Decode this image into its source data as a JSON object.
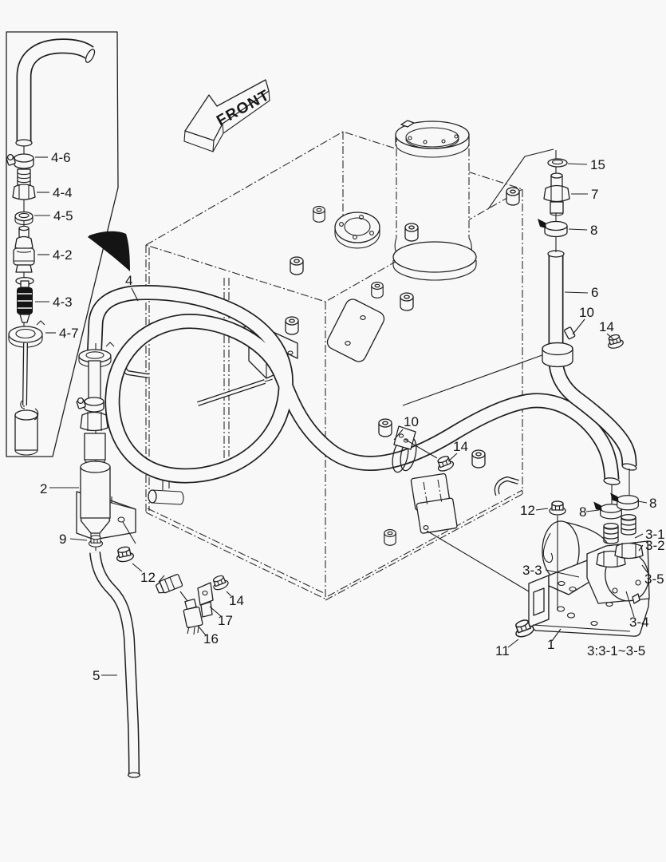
{
  "diagram": {
    "kind": "exploded-parts-diagram",
    "front_label": "FRONT",
    "assembly_note": "3:3-1~3-5",
    "colors": {
      "background": "#f8f8f8",
      "line": "#1f1f1f",
      "solid_fill": "#141414"
    },
    "callouts": [
      {
        "text": "4-6"
      },
      {
        "text": "4-4"
      },
      {
        "text": "4-5"
      },
      {
        "text": "4-2"
      },
      {
        "text": "4-3"
      },
      {
        "text": "4-7"
      },
      {
        "text": "4"
      },
      {
        "text": "2"
      },
      {
        "text": "9"
      },
      {
        "text": "12"
      },
      {
        "text": "14"
      },
      {
        "text": "17"
      },
      {
        "text": "16"
      },
      {
        "text": "5"
      },
      {
        "text": "15"
      },
      {
        "text": "7"
      },
      {
        "text": "8"
      },
      {
        "text": "6"
      },
      {
        "text": "10"
      },
      {
        "text": "14"
      },
      {
        "text": "10"
      },
      {
        "text": "14"
      },
      {
        "text": "12"
      },
      {
        "text": "8"
      },
      {
        "text": "8"
      },
      {
        "text": "3-1"
      },
      {
        "text": "3-2"
      },
      {
        "text": "3-3"
      },
      {
        "text": "3-5"
      },
      {
        "text": "3-4"
      },
      {
        "text": "11"
      },
      {
        "text": "1"
      }
    ]
  }
}
